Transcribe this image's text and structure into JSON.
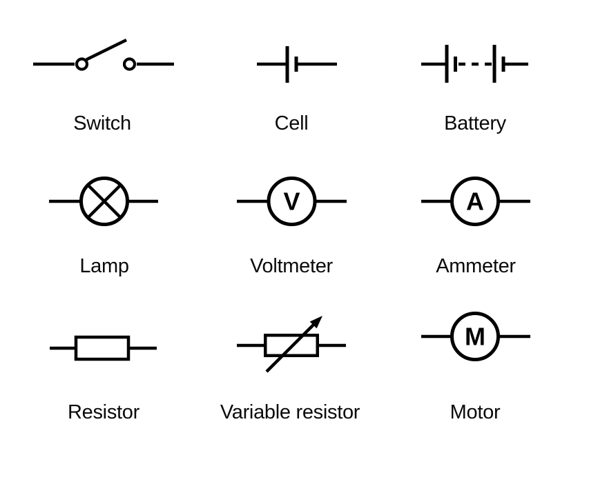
{
  "page": {
    "background_color": "#ffffff",
    "ink_color": "#000000",
    "description": "Grid of standard electrical circuit symbols with labels"
  },
  "legend": {
    "items": [
      {
        "id": "switch",
        "symbol": "switch-symbol-icon",
        "label": "Switch"
      },
      {
        "id": "cell",
        "symbol": "cell-symbol-icon",
        "label": "Cell"
      },
      {
        "id": "battery",
        "symbol": "battery-symbol-icon",
        "label": "Battery"
      },
      {
        "id": "lamp",
        "symbol": "lamp-symbol-icon",
        "label": "Lamp"
      },
      {
        "id": "voltmeter",
        "symbol": "voltmeter-symbol-icon",
        "label": "Voltmeter",
        "meter_letter": "V"
      },
      {
        "id": "ammeter",
        "symbol": "ammeter-symbol-icon",
        "label": "Ammeter",
        "meter_letter": "A"
      },
      {
        "id": "resistor",
        "symbol": "resistor-symbol-icon",
        "label": "Resistor"
      },
      {
        "id": "variable_resistor",
        "symbol": "variable-resistor-symbol-icon",
        "label": "Variable resistor"
      },
      {
        "id": "motor",
        "symbol": "motor-symbol-icon",
        "label": "Motor",
        "meter_letter": "M"
      }
    ]
  }
}
